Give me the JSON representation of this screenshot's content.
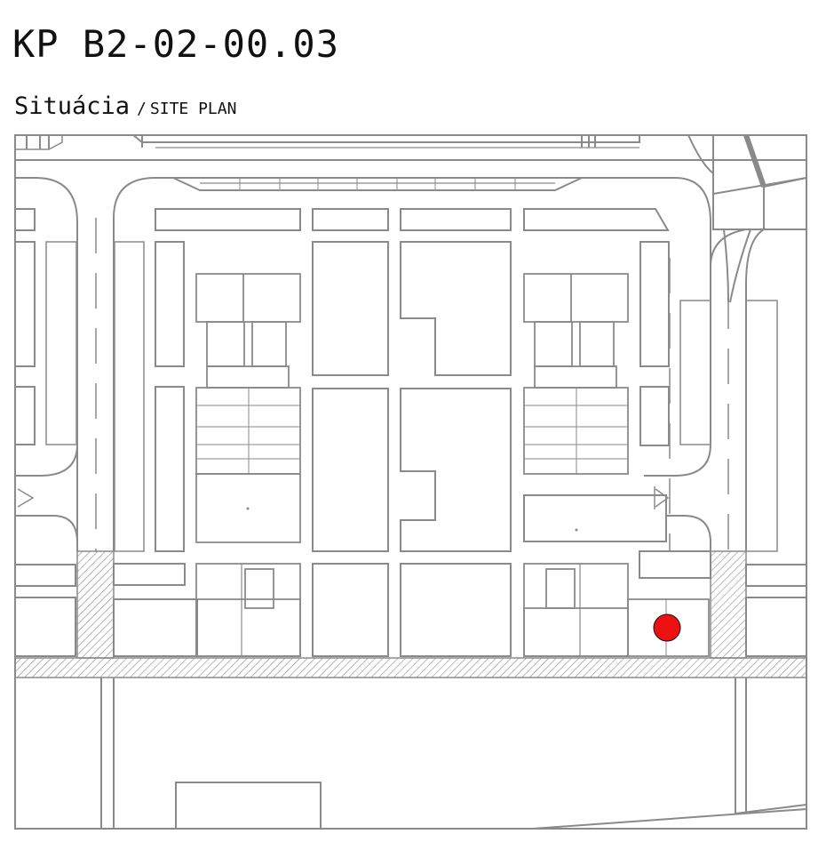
{
  "sheet": {
    "code": "KP B2-02-00.03",
    "title_sk": "Situácia",
    "separator": "/",
    "title_en": "SITE PLAN"
  },
  "plan": {
    "line_color": "#8a8a8a",
    "hatch_color": "#8a8a8a",
    "marker_color": "#ee1111",
    "marker": "location-marker"
  }
}
